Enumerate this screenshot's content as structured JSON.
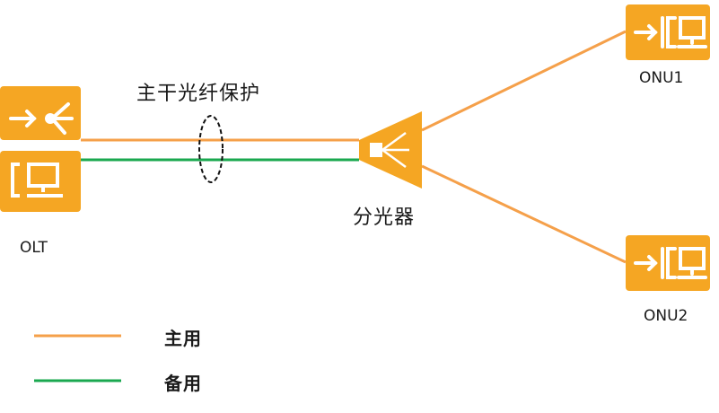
{
  "diagram": {
    "nodes": {
      "olt": {
        "label": "OLT",
        "icon": "olt-device-icon"
      },
      "splitter": {
        "label": "分光器",
        "icon": "optical-splitter-icon"
      },
      "onu1": {
        "label": "ONU1",
        "icon": "onu-terminal-icon"
      },
      "onu2": {
        "label": "ONU2",
        "icon": "onu-terminal-icon"
      }
    },
    "annotation": {
      "label": "主干光纤保护"
    },
    "legend": [
      {
        "label": "主用",
        "color": "#f5a04a"
      },
      {
        "label": "备用",
        "color": "#1aa84f"
      }
    ],
    "colors": {
      "device": "#f5a623",
      "primary_link": "#f5a04a",
      "backup_link": "#1aa84f",
      "protection_ring": "#111111"
    }
  }
}
